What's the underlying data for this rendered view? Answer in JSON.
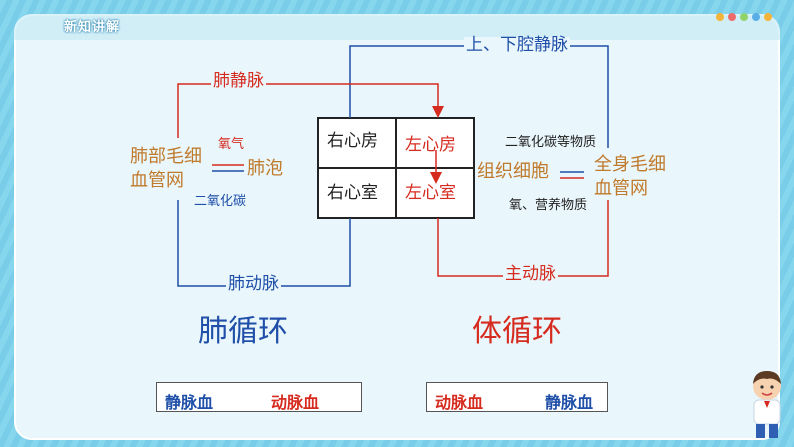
{
  "page": {
    "title": "新知讲解"
  },
  "heart": {
    "right_atrium": "右心房",
    "left_atrium": "左心房",
    "right_ventricle": "右心室",
    "left_ventricle": "左心室"
  },
  "vessels": {
    "vena_cava": "上、下腔静脉",
    "pulmonary_vein": "肺静脉",
    "pulmonary_artery": "肺动脉",
    "aorta": "主动脉"
  },
  "pulmonary": {
    "capillary_line1": "肺部毛细",
    "capillary_line2": "血管网",
    "alveoli": "肺泡",
    "oxygen": "氧气",
    "co2": "二氧化碳"
  },
  "systemic": {
    "capillary_line1": "全身毛细",
    "capillary_line2": "血管网",
    "tissue_cells": "组织细胞",
    "co2_substances": "二氧化碳等物质",
    "oxygen_nutrients": "氧、营养物质"
  },
  "circulation": {
    "pulmonary": "肺循环",
    "systemic": "体循环"
  },
  "legend_pulmonary": {
    "left": "静脉血",
    "right": "动脉血"
  },
  "legend_systemic": {
    "left": "动脉血",
    "right": "静脉血"
  },
  "colors": {
    "red": "#d62b1f",
    "blue": "#1f4fa8",
    "brown": "#c07a2c",
    "black": "#222222"
  }
}
